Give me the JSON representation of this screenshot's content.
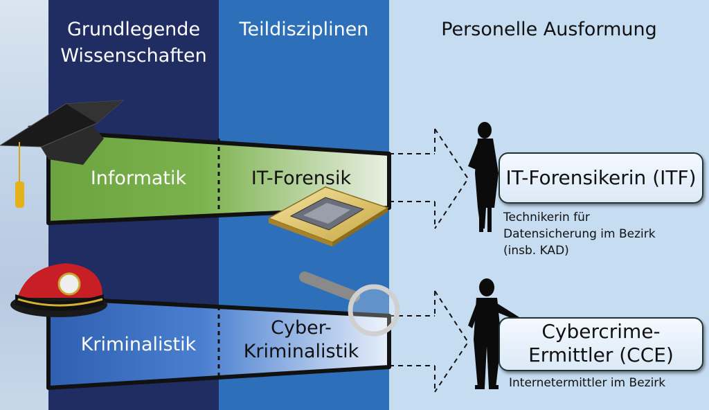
{
  "headers": {
    "grundlegende": "Grundlegende Wissenschaften",
    "teildisziplinen": "Teildisziplinen",
    "personelle": "Personelle Ausformung"
  },
  "rows": {
    "informatik": {
      "discipline": "Informatik",
      "subdiscipline": "IT-Forensik",
      "role_title": "IT-Forensikerin (ITF)",
      "role_desc_lines": [
        "Technikerin für",
        "Datensicherung im Bezirk",
        "(insb. KAD)"
      ]
    },
    "kriminalistik": {
      "discipline": "Kriminalistik",
      "subdiscipline_lines": [
        "Cyber-",
        "Kriminalistik"
      ],
      "role_title_lines": [
        "Cybercrime-",
        "Ermittler (CCE)"
      ],
      "role_desc": "Internetermittler im Bezirk"
    }
  },
  "icons": [
    "graduation-cap-icon",
    "cpu-chip-icon",
    "police-cap-icon",
    "magnifying-glass-icon",
    "businesswoman-silhouette-icon",
    "businessman-silhouette-icon"
  ],
  "colors": {
    "grund_column": "#1f2d62",
    "teil_column": "#2d6fb8",
    "pers_column": "#c5dcf1",
    "informatik_green": "#6aa33f",
    "kriminalistik_blue": "#3b6fc0"
  }
}
